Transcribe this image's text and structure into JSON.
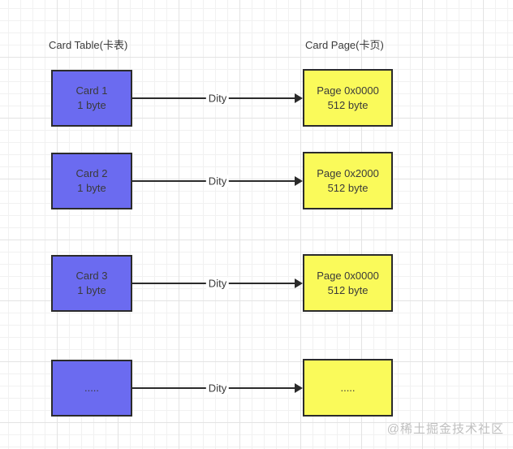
{
  "titles": {
    "left": "Card Table(卡表)",
    "right": "Card Page(卡页)"
  },
  "rows": [
    {
      "card_line1": "Card 1",
      "card_line2": "1 byte",
      "arrow_label": "Dity",
      "page_line1": "Page 0x0000",
      "page_line2": "512 byte"
    },
    {
      "card_line1": "Card 2",
      "card_line2": "1 byte",
      "arrow_label": "Dity",
      "page_line1": "Page 0x2000",
      "page_line2": "512 byte"
    },
    {
      "card_line1": "Card 3",
      "card_line2": "1 byte",
      "arrow_label": "Dity",
      "page_line1": "Page 0x0000",
      "page_line2": "512 byte"
    },
    {
      "card_line1": ".....",
      "card_line2": "",
      "arrow_label": "Dity",
      "page_line1": ".....",
      "page_line2": ""
    }
  ],
  "watermark": "@稀土掘金技术社区",
  "colors": {
    "card_fill": "#6b6bf0",
    "page_fill": "#fafa5a",
    "box_border": "#2b2b2b",
    "arrow": "#2b2b2b",
    "text": "#3a3a3a",
    "watermark": "#bfbfbf"
  }
}
